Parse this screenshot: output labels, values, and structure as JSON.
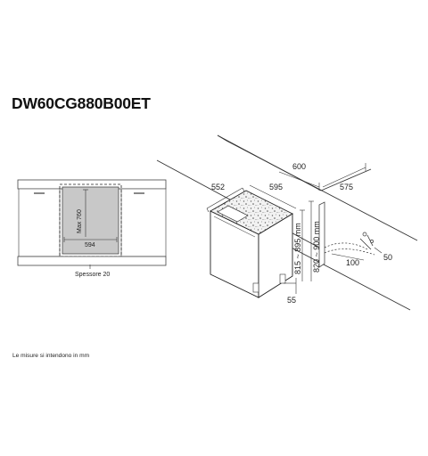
{
  "title": "DW60CG880B00ET",
  "note": "Le misure si intendono in mm",
  "front_view": {
    "max_height_label": "Max 760",
    "width_label": "594",
    "thickness_label": "Spessore 20"
  },
  "iso_view": {
    "depth_label": "552",
    "width_label": "595",
    "cabinet_depth_label": "600",
    "cabinet_width_label": "575",
    "height_range_1_label": "815 ~ 895 mm",
    "height_range_2_label": "820 ~ 900 mm",
    "plinth_label": "55",
    "hose_length_label": "100",
    "hose_offset_label": "50"
  }
}
